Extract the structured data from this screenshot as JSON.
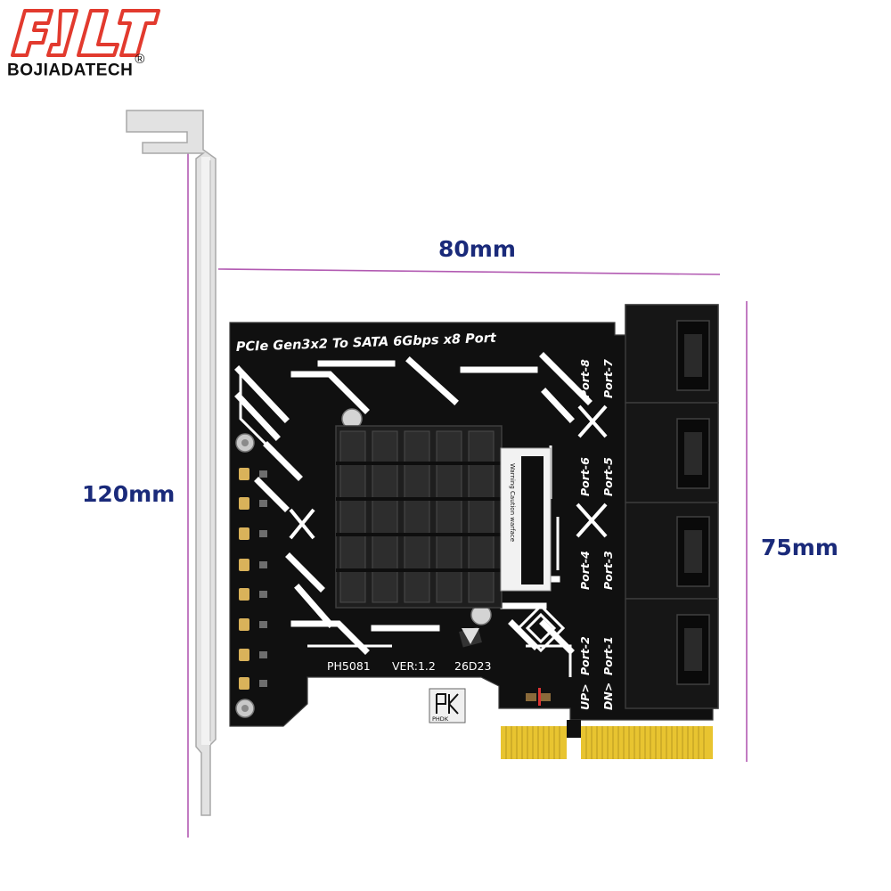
{
  "brand": {
    "name": "BOJIADATECH",
    "registered_mark": "®",
    "logo_color": "#e23a2e"
  },
  "dimensions": {
    "width": "80mm",
    "height": "120mm",
    "card_height": "75mm",
    "line_color": "#b25ab2",
    "label_color": "#1a2a7a"
  },
  "card": {
    "title": "PCIe Gen3x2 To SATA 6Gbps x8 Port",
    "model": "PH5081",
    "version": "VER:1.2",
    "date_code": "26D23",
    "heatsink_warning": "Warning Caution warface",
    "maker_mark": "PHDK",
    "direction_up": "UP>",
    "direction_down": "DN>",
    "port_labels": [
      "Port-8",
      "Port-7",
      "Port-6",
      "Port-5",
      "Port-4",
      "Port-3",
      "Port-2",
      "Port-1"
    ],
    "pcb_color": "#101010",
    "gold_color": "#e8c430",
    "bracket_color": "#e2e2e2"
  }
}
